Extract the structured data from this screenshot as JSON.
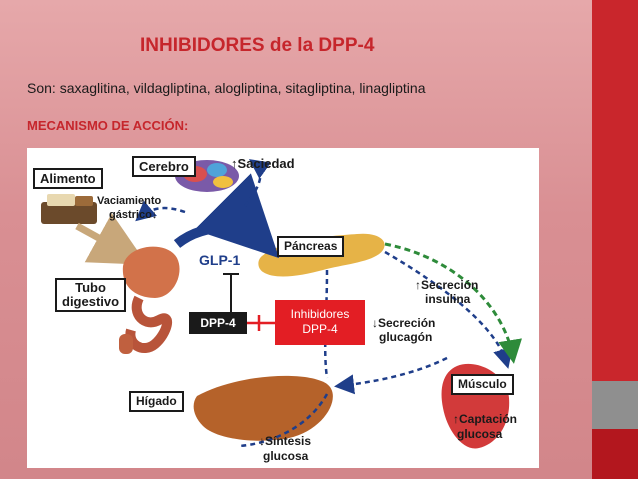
{
  "slide": {
    "title": "INHIBIDORES de la DPP-4",
    "subtitle": "Son: saxaglitina, vildagliptina, alogliptina, sitagliptina, linagliptina",
    "mechanism_heading": "MECANISMO DE ACCIÓN:"
  },
  "diagram": {
    "alimento": "Alimento",
    "cerebro": "Cerebro",
    "saciedad": "↑Saciedad",
    "vaciamiento": "Vaciamiento",
    "gastrico": "gástrico↓",
    "tubo": "Tubo",
    "digestivo": "digestivo",
    "glp1": "GLP-1",
    "pancreas": "Páncreas",
    "dpp4": "DPP-4",
    "inhibidores_line1": "Inhibidores",
    "inhibidores_line2": "DPP-4",
    "secrecion_insulina_1": "↑Secreción",
    "secrecion_insulina_2": "insulina",
    "secrecion_glucagon_1": "↓Secreción",
    "secrecion_glucagon_2": "glucagón",
    "musculo": "Músculo",
    "higado": "Hígado",
    "captacion_1": "↑Captación",
    "captacion_2": "glucosa",
    "sintesis_1": "↓Síntesis",
    "sintesis_2": "glucosa"
  },
  "colors": {
    "accent_red": "#c6262c",
    "arrow_blue": "#1f3e8a",
    "arrow_green": "#2e8b3a",
    "inhibitor_red": "#e31e24"
  }
}
